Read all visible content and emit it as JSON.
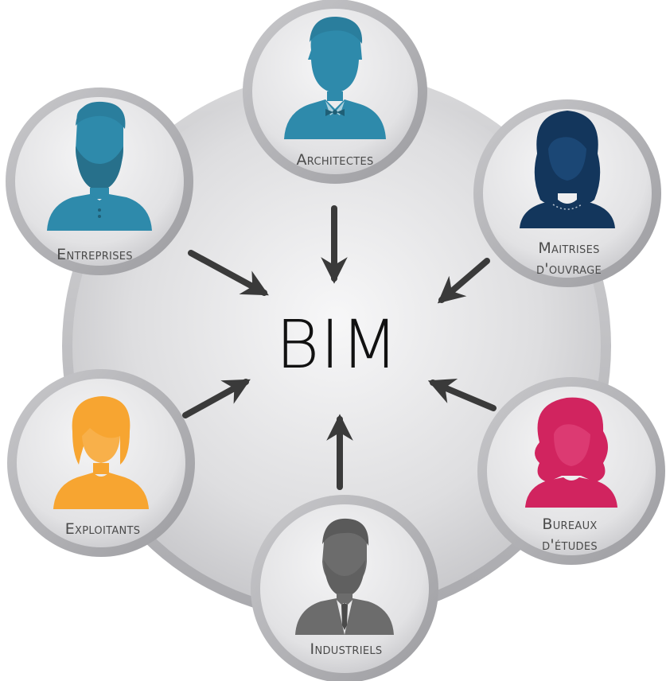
{
  "hub": {
    "label": "BIM"
  },
  "nodes": [
    {
      "id": "architectes",
      "lines": [
        "Architectes"
      ],
      "icon": "architect-avatar-icon",
      "color": "#2e8aab"
    },
    {
      "id": "entreprises",
      "lines": [
        "Entreprises"
      ],
      "icon": "bearded-man-avatar-icon",
      "color": "#2e8aab"
    },
    {
      "id": "maitrises-ouvrage",
      "lines": [
        "Maitrises",
        "d'ouvrage"
      ],
      "icon": "woman-avatar-icon",
      "color": "#13365c"
    },
    {
      "id": "exploitants",
      "lines": [
        "Exploitants"
      ],
      "icon": "woman-short-hair-avatar-icon",
      "color": "#f7a531"
    },
    {
      "id": "bureaux-etudes",
      "lines": [
        "Bureaux",
        "d'études"
      ],
      "icon": "curly-woman-avatar-icon",
      "color": "#d1245f"
    },
    {
      "id": "industriels",
      "lines": [
        "Industriels"
      ],
      "icon": "businessman-avatar-icon",
      "color": "#6c6c6c"
    }
  ],
  "colors": {
    "arrow": "#3a3a3a",
    "hub_text": "#111111",
    "disc_light": "#f4f4f5",
    "disc_dark": "#b9b9bc"
  }
}
